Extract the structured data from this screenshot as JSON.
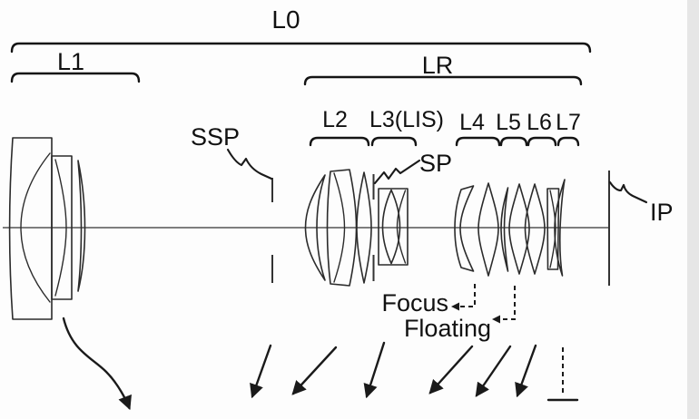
{
  "diagram": {
    "type": "optical-lens-cross-section",
    "title_labels": {
      "l0": "L0",
      "l1": "L1",
      "lr": "LR",
      "l2": "L2",
      "l3": "L3(LIS)",
      "l4": "L4",
      "l5": "L5",
      "l6": "L6",
      "l7": "L7"
    },
    "annotations": {
      "ssp": "SSP",
      "sp": "SP",
      "ip": "IP",
      "focus": "Focus",
      "floating": "Floating"
    },
    "colors": {
      "line": "#2b2b2b",
      "axis": "#555555",
      "text": "#111111",
      "background": "#fdfdfd",
      "edge_strip": "#e6e6e6"
    }
  }
}
